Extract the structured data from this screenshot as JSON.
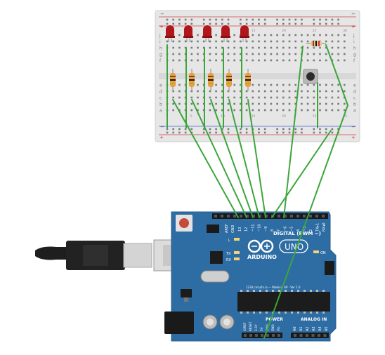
{
  "breadboard": {
    "rail_top_left": "−",
    "rail_top_right": "−",
    "rail_plus_left": "+",
    "rail_plus_right": "+",
    "rail_bot_minus_left": "−",
    "rail_bot_minus_right": "−",
    "rail_bot_plus_left": "+",
    "rail_bot_plus_right": "+",
    "rows_top": [
      "j",
      "i",
      "h",
      "g",
      "f"
    ],
    "rows_bottom": [
      "e",
      "d",
      "c",
      "b",
      "a"
    ],
    "col_numbers": [
      "1",
      "5",
      "10",
      "15",
      "20",
      "25",
      "30"
    ],
    "led_color": "#b0161b",
    "wire_color": "#3aa63a",
    "resistor_color": "#e8a040"
  },
  "arduino": {
    "brand": "ARDUINO",
    "model": "UNO",
    "digital_label": "DIGITAL (PWM ~)",
    "power_label": "POWER",
    "analog_label": "ANALOG IN",
    "on_label": "ON",
    "l_label": "L",
    "tx_label": "TX",
    "rx_label": "RX",
    "aref_label": "AREF",
    "gnd_label": "GND",
    "digital_pins": [
      "13",
      "12",
      "~11",
      "~10",
      "~9",
      "8",
      "7",
      "~6",
      "~5",
      "4",
      "~3",
      "2",
      "TX▸1",
      "RX◂0"
    ],
    "power_pins": [
      "IOREF",
      "RESET",
      "3.3V",
      "5V",
      "GND",
      "GND",
      "Vin"
    ],
    "analog_pins": [
      "A0",
      "A1",
      "A2",
      "A3",
      "A4",
      "A5"
    ],
    "chip_text": "1234.circuits.io — Made in AP · Ver 1.0",
    "board_color": "#2e6da4"
  }
}
